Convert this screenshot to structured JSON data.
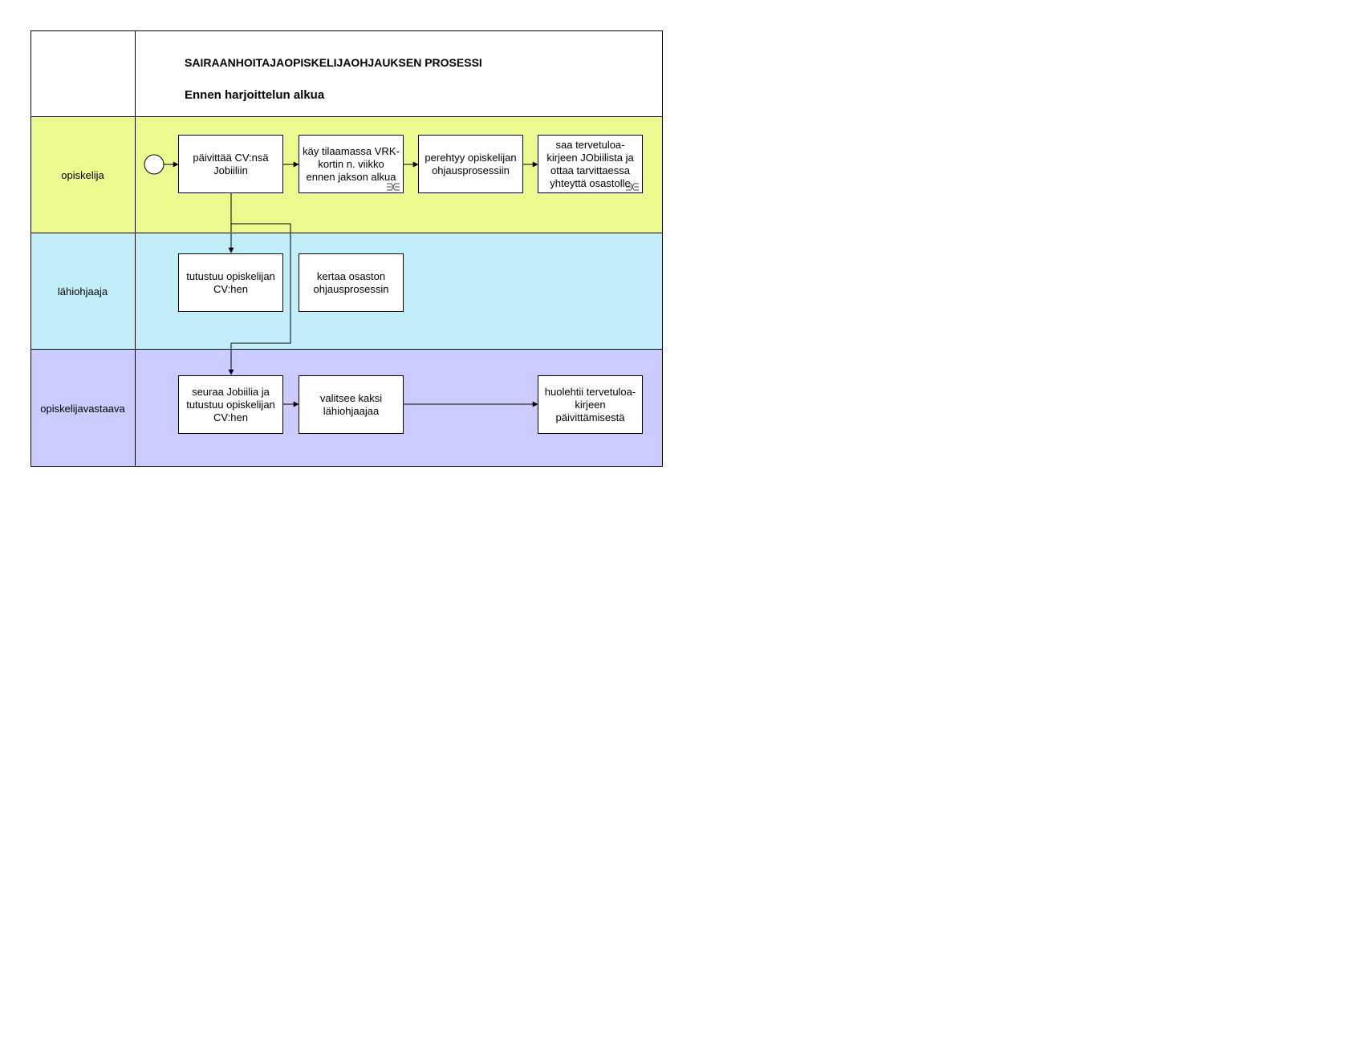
{
  "header": {
    "title": "SAIRAANHOITAJAOPISKELIJAOHJAUKSEN PROSESSI",
    "subtitle": "Ennen harjoittelun alkua"
  },
  "colors": {
    "lane_opiskelija": "#ebf98e",
    "lane_lahiohjaaja": "#c2eefa",
    "lane_opiskelijavastaava": "#cccbff",
    "border": "#000000",
    "task_fill": "#ffffff"
  },
  "lanes": [
    {
      "label": "opiskelija"
    },
    {
      "label": "lähiohjaaja"
    },
    {
      "label": "opiskelijavastaava"
    }
  ],
  "tasks": {
    "t1": {
      "lines": [
        "päivittää CV:nsä",
        "Jobiiliin"
      ]
    },
    "t2": {
      "lines": [
        "käy tilaamassa VRK-",
        "kortin n. viikko",
        "ennen jakson alkua"
      ]
    },
    "t3": {
      "lines": [
        "perehtyy opiskelijan",
        "ohjausprosessiin"
      ]
    },
    "t4": {
      "lines": [
        "saa tervetuloa-",
        "kirjeen JObiilista ja",
        "ottaa tarvittaessa",
        "yhteyttä osastolle"
      ]
    },
    "t5": {
      "lines": [
        "tutustuu opiskelijan",
        "CV:hen"
      ]
    },
    "t6": {
      "lines": [
        "kertaa osaston",
        "ohjausprosessin"
      ]
    },
    "t7": {
      "lines": [
        "seuraa Jobiilia ja",
        "tutustuu opiskelijan",
        "CV:hen"
      ]
    },
    "t8": {
      "lines": [
        "valitsee kaksi",
        "lähiohjaajaa"
      ]
    },
    "t9": {
      "lines": [
        "huolehtii tervetuloa-",
        "kirjeen",
        "päivittämisestä"
      ]
    }
  }
}
